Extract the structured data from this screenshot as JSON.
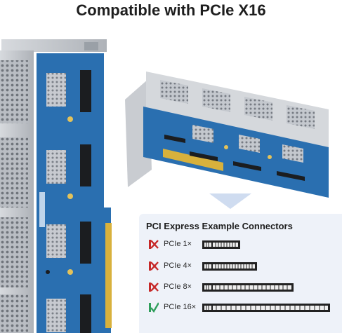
{
  "title": "Compatible with PCIe X16",
  "panel": {
    "title": "PCI Express Example Connectors",
    "rows": [
      {
        "label": "PCIe 1×",
        "status": "incompatible",
        "status_icon": "x-mark-icon"
      },
      {
        "label": "PCIe 4×",
        "status": "incompatible",
        "status_icon": "x-mark-icon"
      },
      {
        "label": "PCIe 8×",
        "status": "incompatible",
        "status_icon": "x-mark-icon"
      },
      {
        "label": "PCIe 16×",
        "status": "compatible",
        "status_icon": "check-mark-icon"
      }
    ]
  },
  "colors": {
    "pcb_blue": "#2a6fb0",
    "heatsink_silver": "#c9ccd1",
    "gold_contacts": "#d8b13c",
    "x_red": "#c62828",
    "check_green": "#2e9e5b",
    "arrow_blue": "#cfdcf0",
    "panel_bg": "#eef2f9"
  }
}
